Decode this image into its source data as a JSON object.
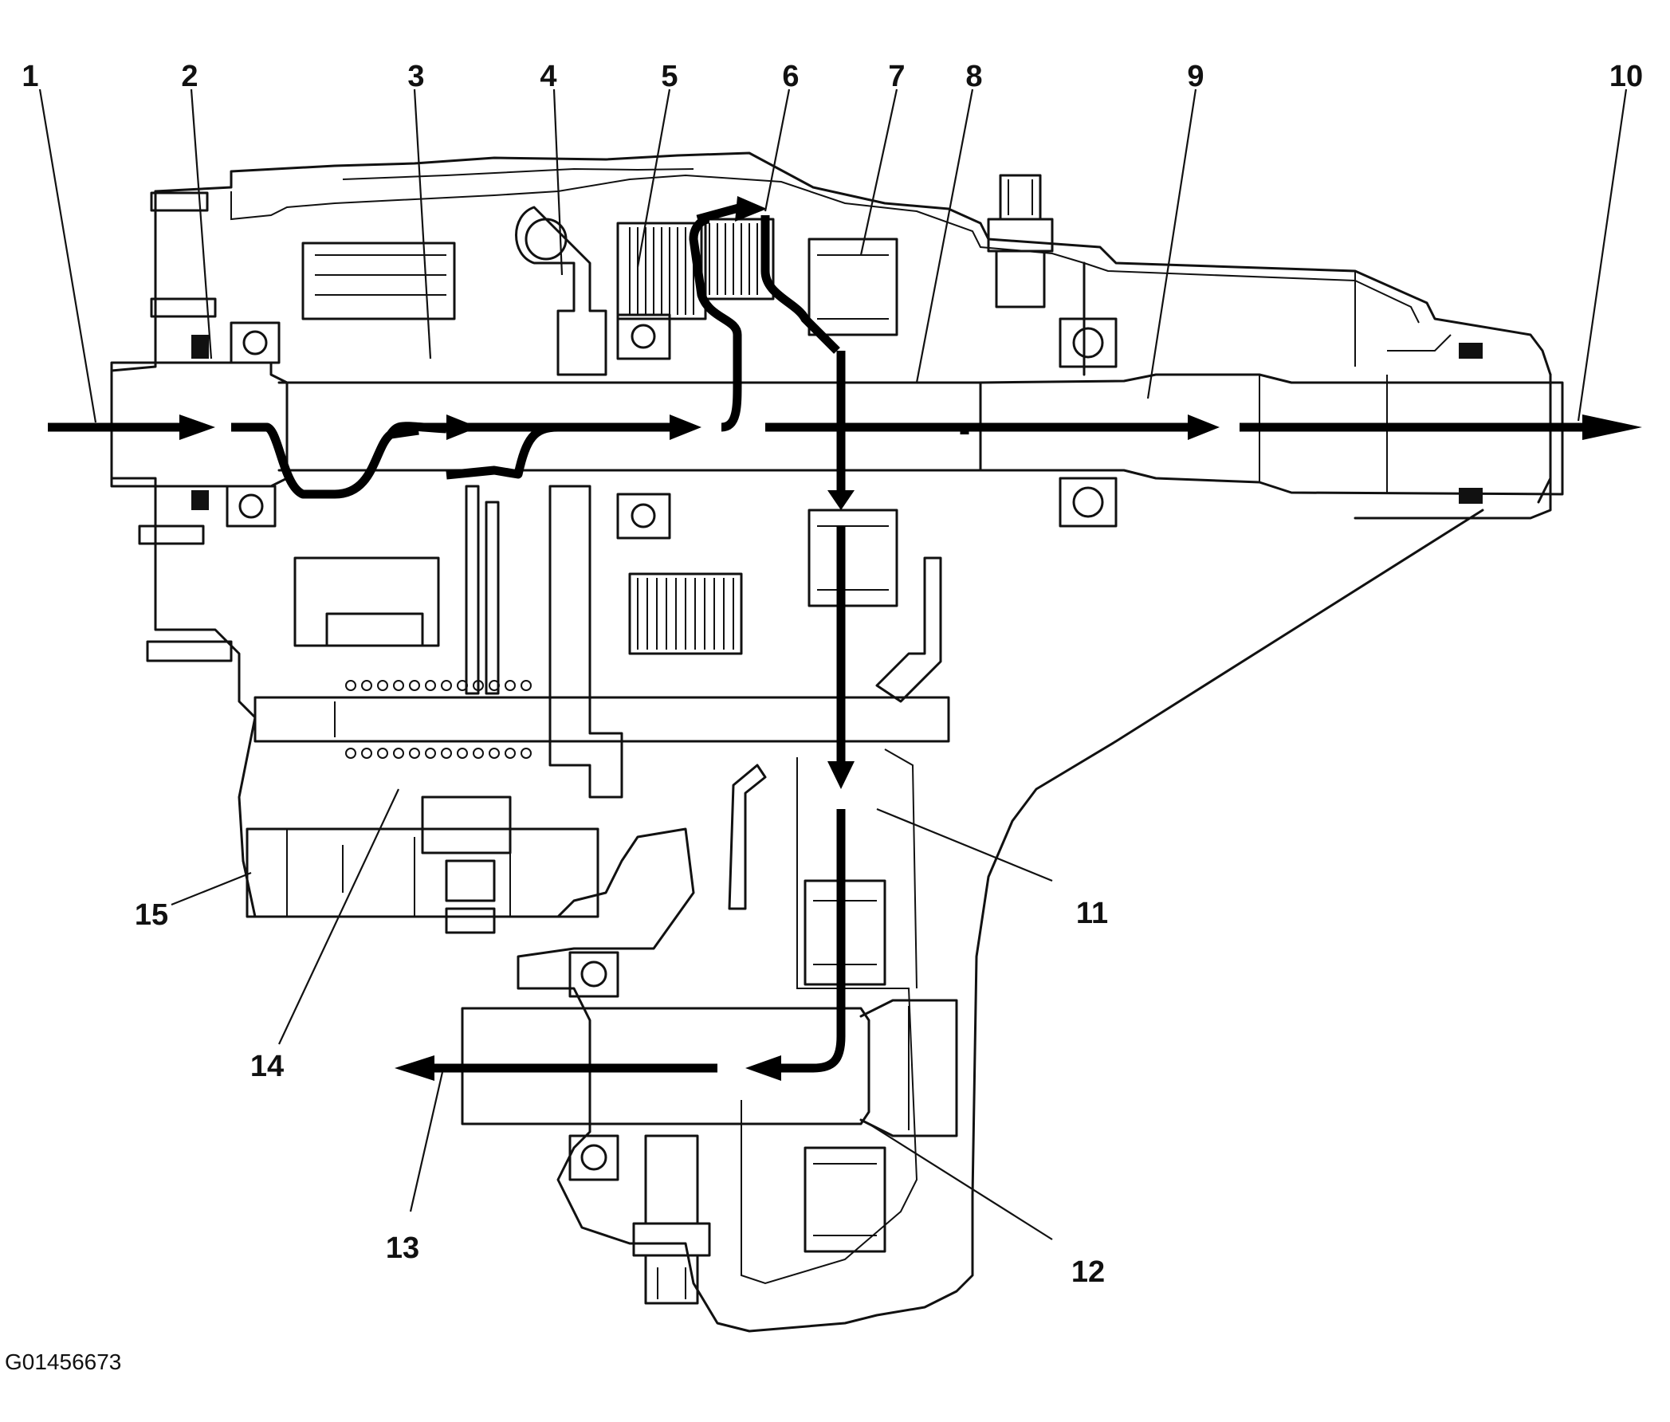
{
  "figure_id": "G01456673",
  "callouts": [
    {
      "id": "1",
      "label": "1"
    },
    {
      "id": "2",
      "label": "2"
    },
    {
      "id": "3",
      "label": "3"
    },
    {
      "id": "4",
      "label": "4"
    },
    {
      "id": "5",
      "label": "5"
    },
    {
      "id": "6",
      "label": "6"
    },
    {
      "id": "7",
      "label": "7"
    },
    {
      "id": "8",
      "label": "8"
    },
    {
      "id": "9",
      "label": "9"
    },
    {
      "id": "10",
      "label": "10"
    },
    {
      "id": "11",
      "label": "11"
    },
    {
      "id": "12",
      "label": "12"
    },
    {
      "id": "13",
      "label": "13"
    },
    {
      "id": "14",
      "label": "14"
    },
    {
      "id": "15",
      "label": "15"
    }
  ],
  "colors": {
    "line": "#111111",
    "background": "#ffffff",
    "flow_arrow": "#000000"
  }
}
